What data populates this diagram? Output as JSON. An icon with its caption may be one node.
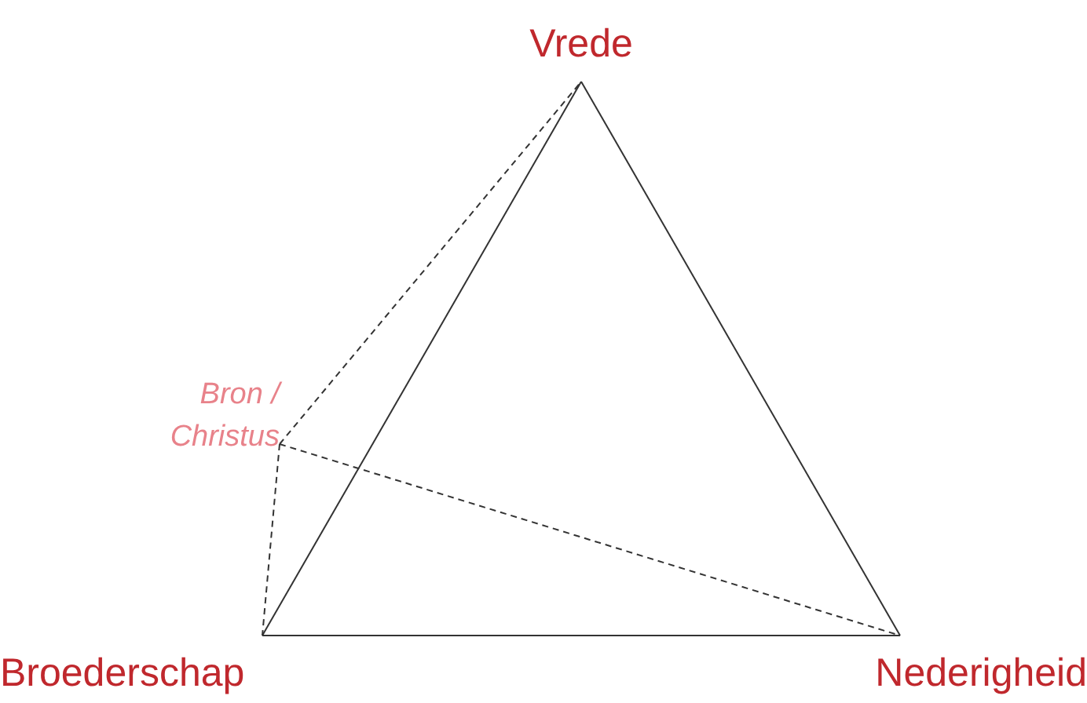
{
  "diagram": {
    "nodes": [
      {
        "text": [
          "Vrede"
        ]
      },
      {
        "text": [
          "Bron / Christus"
        ]
      },
      {
        "text": [
          "Broederschap"
        ]
      },
      {
        "text": [
          "Nederigheid"
        ]
      }
    ],
    "edges": [
      {
        "from": 0,
        "to": 2,
        "arrow": "none"
      },
      {
        "from": 0,
        "to": 3,
        "arrow": "none"
      },
      {
        "from": 2,
        "to": 3,
        "arrow": "none"
      },
      {
        "from": 1,
        "to": 0,
        "arrow": "none",
        "style": "dashed"
      },
      {
        "from": 1,
        "to": 2,
        "arrow": "none",
        "style": "dashed"
      },
      {
        "from": 1,
        "to": 3,
        "arrow": "none",
        "style": "dashed"
      }
    ]
  }
}
